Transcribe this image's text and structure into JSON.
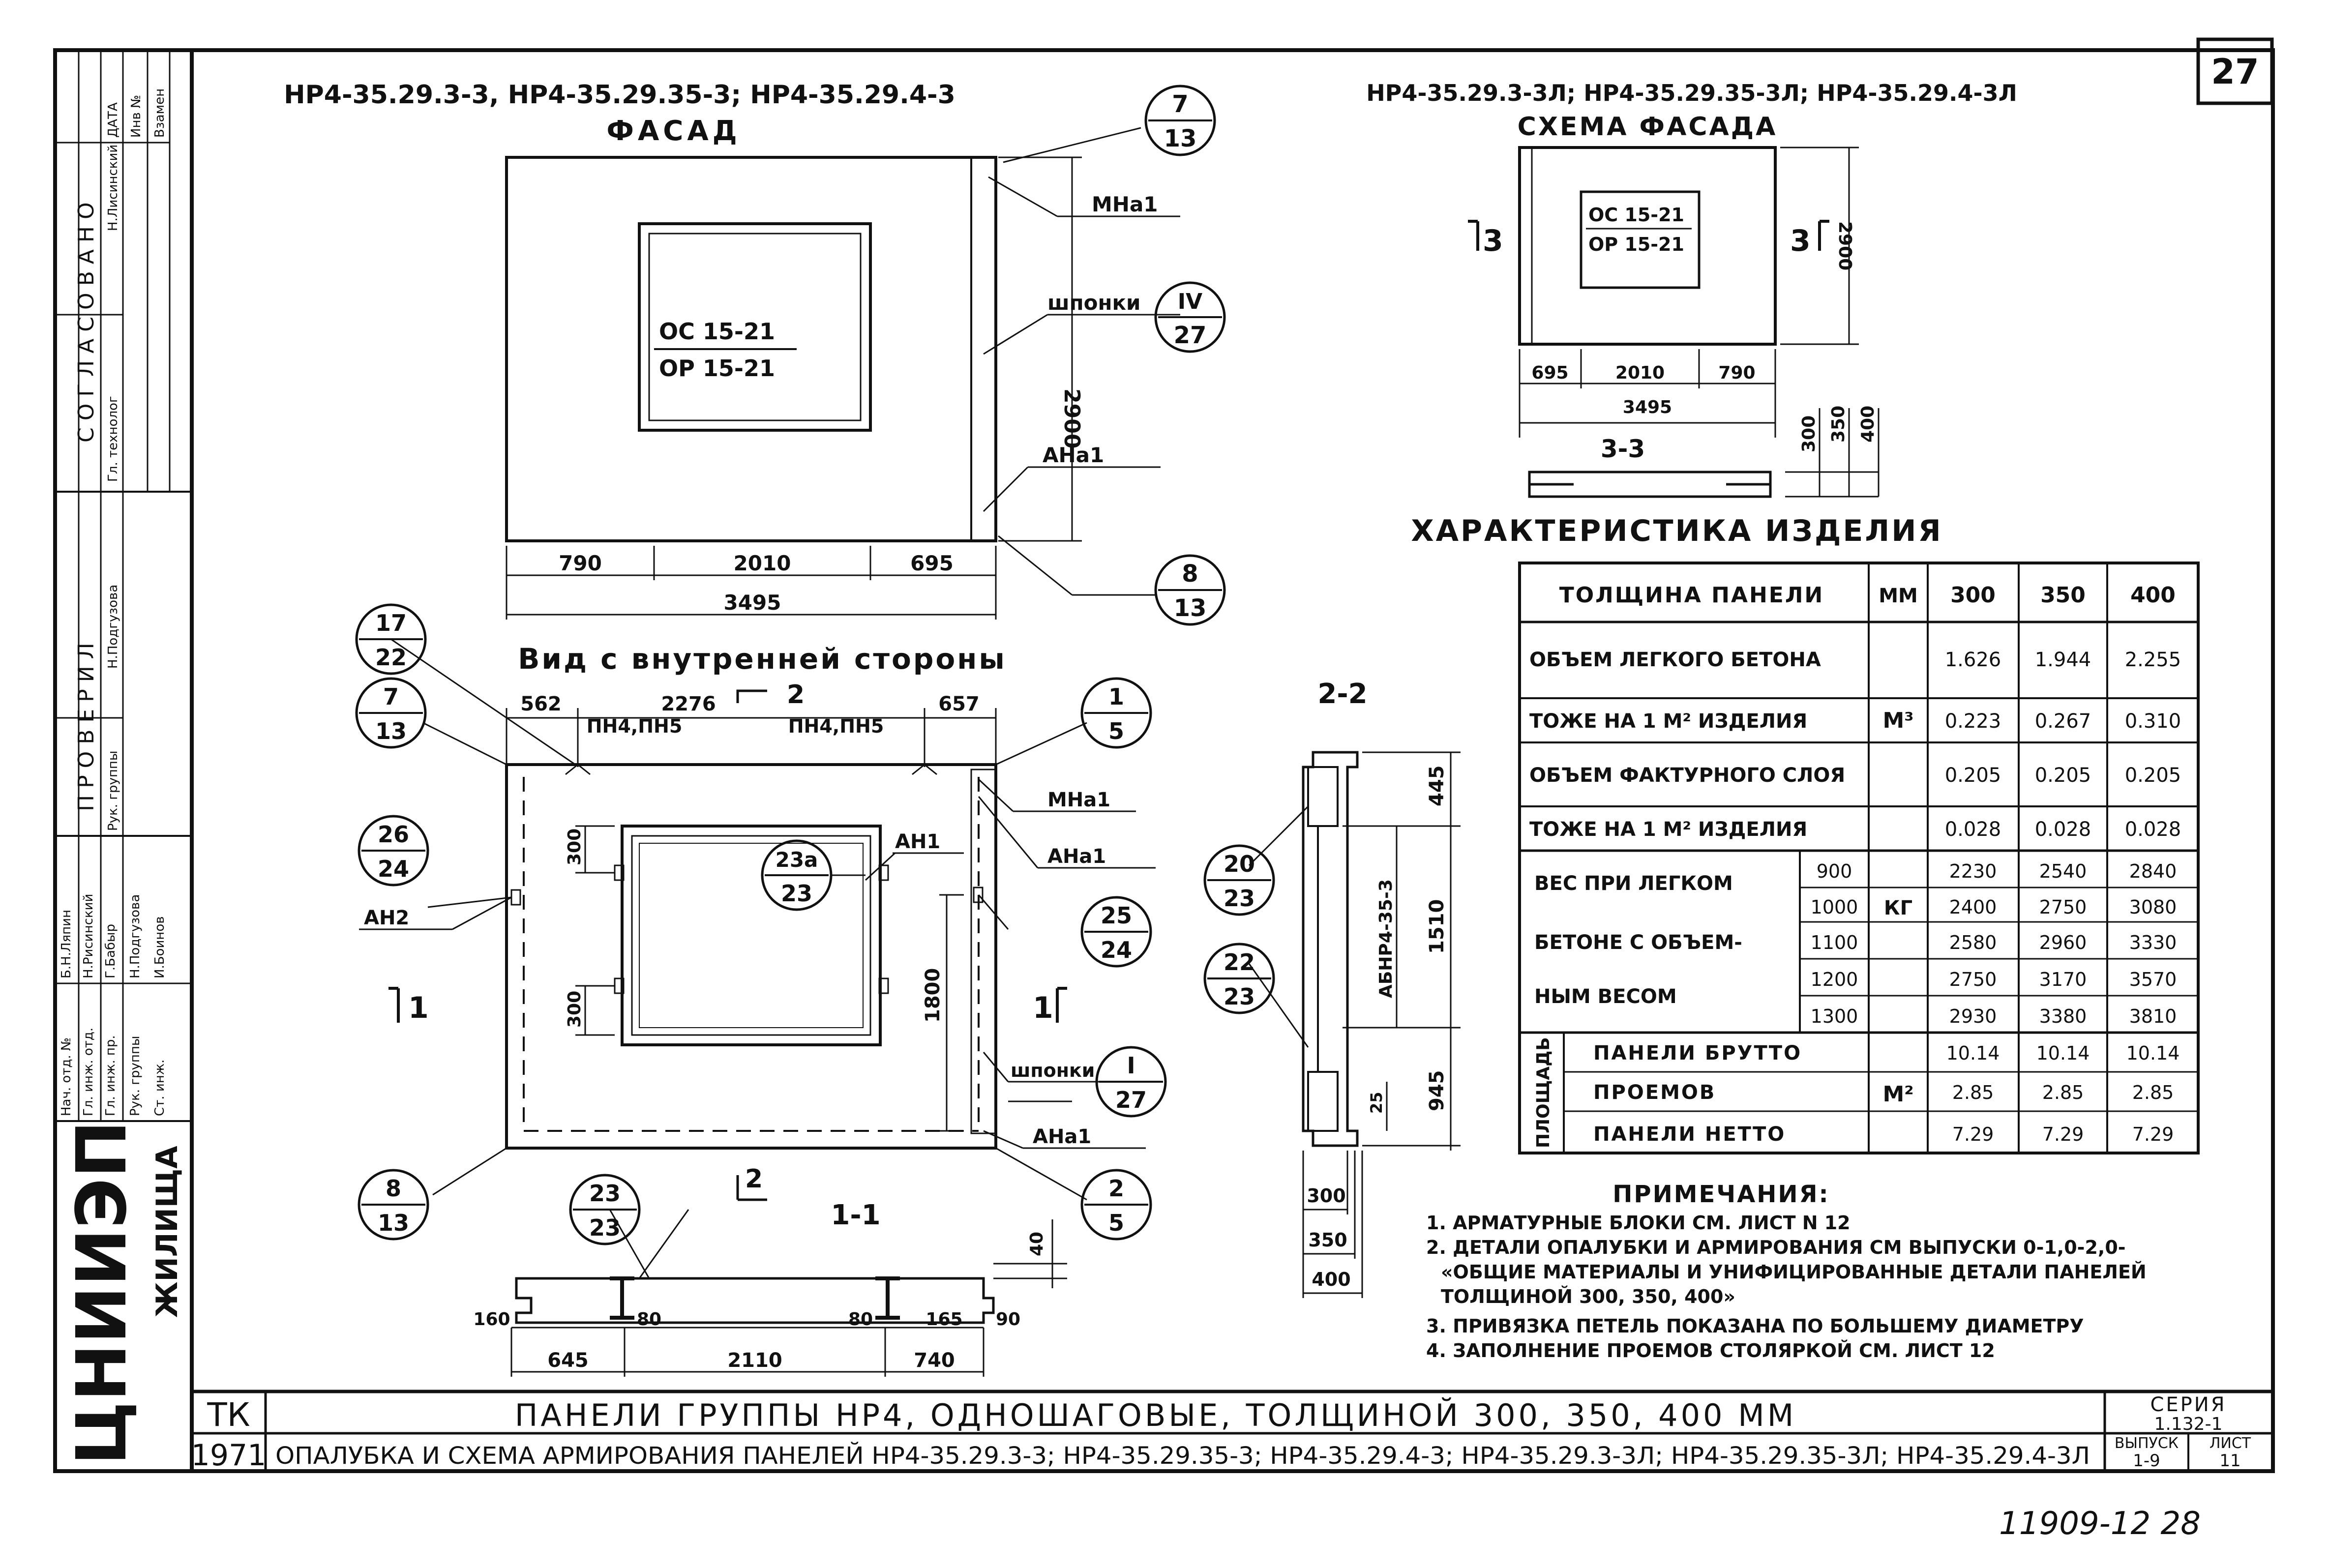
{
  "sheet_number": "27",
  "handwritten_number": "11909-12  28",
  "left_strip": {
    "agreed_header": "С О Г Л А С О В А Н О",
    "agreed_cols": [
      "Гл. технолог",
      "Н.Лисинский",
      "Инв. №",
      "Взамен"
    ],
    "checked_header": "П Р О В Е Р И Л",
    "checked_cols": [
      "Рук. группы",
      "Н.Подгузова"
    ],
    "date_label": "ДАТА",
    "inv_label": "Инв №",
    "vzamen_label": "Взамен",
    "roles": [
      "Нач. отд. №",
      "Гл. инж. отд.",
      "Гл. инж. пр.",
      "Рук. группы",
      "Ст. инж."
    ],
    "names": [
      "Б.Н.Ляпин",
      "Н.Рисинский",
      "Г.Бабыр",
      "Н.Подгузова",
      "И.Боинов"
    ],
    "org": "ЦНИИЭП",
    "org2": "ЖИЛИЩА"
  },
  "facade": {
    "title_line1": "НР4-35.29.3-3, НР4-35.29.35-3; НР4-35.29.4-3",
    "title_line2": "ФАСАД",
    "window_label1": "ОС 15-21",
    "window_label2": "ОР 15-21",
    "dim_height": "2900",
    "dims_bottom": [
      "790",
      "2010",
      "695"
    ],
    "dim_total": "3495",
    "callout_mna": "МНа1",
    "callout_shponki": "шпонки",
    "callout_ana": "АНа1",
    "ref1": {
      "top": "7",
      "bottom": "13"
    },
    "ref2": {
      "top": "IV",
      "bottom": "27"
    },
    "ref3": {
      "top": "8",
      "bottom": "13"
    }
  },
  "scheme": {
    "title_line1": "НР4-35.29.3-3Л; НР4-35.29.35-3Л; НР4-35.29.4-3Л",
    "title_line2": "СХЕМА ФАСАДА",
    "window_label1": "ОС 15-21",
    "window_label2": "ОР 15-21",
    "section_mark": "3",
    "dim_height": "2900",
    "dims_bottom": [
      "695",
      "2010",
      "790"
    ],
    "dim_total": "3495",
    "section_title": "3-3",
    "thickness": [
      "300",
      "350",
      "400"
    ]
  },
  "inner_view": {
    "title": "Вид с внутренней стороны",
    "dims_top": [
      "562",
      "2276",
      "657"
    ],
    "label_pn1": "ПН4,ПН5",
    "label_pn2": "ПН4,ПН5",
    "section_mark_2": "2",
    "section_mark_1": "1",
    "dim_300_top": "300",
    "dim_300_bottom": "300",
    "dim_1800": "1800",
    "label_an1": "АН1",
    "label_an2": "АН2",
    "label_mna1": "МНа1",
    "label_ana1_top": "АНа1",
    "label_shponki": "шпонки",
    "label_ana1_bottom": "АНа1",
    "refs": {
      "r17": {
        "top": "17",
        "bottom": "22"
      },
      "r7": {
        "top": "7",
        "bottom": "13"
      },
      "r1": {
        "top": "1",
        "bottom": "5"
      },
      "r26": {
        "top": "26",
        "bottom": "24"
      },
      "r23a": {
        "top": "23а",
        "bottom": "23"
      },
      "r25": {
        "top": "25",
        "bottom": "24"
      },
      "rI": {
        "top": "I",
        "bottom": "27"
      },
      "r8": {
        "top": "8",
        "bottom": "13"
      },
      "r2": {
        "top": "2",
        "bottom": "5"
      },
      "r23": {
        "top": "23",
        "bottom": "23"
      }
    }
  },
  "section_11": {
    "title": "1-1",
    "dim_40": "40",
    "dims_small": [
      "160",
      "80",
      "80",
      "165",
      "90"
    ],
    "dims_main": [
      "645",
      "2110",
      "740"
    ]
  },
  "section_22": {
    "title": "2-2",
    "dims_v": [
      "445",
      "1510",
      "945",
      "25"
    ],
    "label_block": "АБНР4-35-3",
    "refs": {
      "r20": {
        "top": "20",
        "bottom": "23"
      },
      "r22": {
        "top": "22",
        "bottom": "23"
      }
    },
    "thickness": [
      "300",
      "350",
      "400"
    ]
  },
  "characteristics": {
    "title": "ХАРАКТЕРИСТИКА ИЗДЕЛИЯ",
    "header": {
      "param": "ТОЛЩИНА ПАНЕЛИ",
      "unit": "ММ",
      "cols": [
        "300",
        "350",
        "400"
      ]
    },
    "volume_rows": [
      {
        "label": "ОБЪЕМ ЛЕГКОГО БЕТОНА",
        "values": [
          "1.626",
          "1.944",
          "2.255"
        ]
      },
      {
        "label": "ТОЖЕ НА 1 М² ИЗДЕЛИЯ",
        "values": [
          "0.223",
          "0.267",
          "0.310"
        ]
      },
      {
        "label": "ОБЪЕМ ФАКТУРНОГО СЛОЯ",
        "values": [
          "0.205",
          "0.205",
          "0.205"
        ]
      },
      {
        "label": "ТОЖЕ НА 1 М² ИЗДЕЛИЯ",
        "values": [
          "0.028",
          "0.028",
          "0.028"
        ]
      }
    ],
    "volume_unit": "М³",
    "weight_label": [
      "ВЕС ПРИ ЛЕГКОМ",
      "БЕТОНЕ С ОБЪЕМ-",
      "НЫМ ВЕСОМ"
    ],
    "weight_unit": "КГ",
    "weight_rows": [
      {
        "density": "900",
        "values": [
          "2230",
          "2540",
          "2840"
        ]
      },
      {
        "density": "1000",
        "values": [
          "2400",
          "2750",
          "3080"
        ]
      },
      {
        "density": "1100",
        "values": [
          "2580",
          "2960",
          "3330"
        ]
      },
      {
        "density": "1200",
        "values": [
          "2750",
          "3170",
          "3570"
        ]
      },
      {
        "density": "1300",
        "values": [
          "2930",
          "3380",
          "3810"
        ]
      }
    ],
    "area_label": "ПЛОЩАДЬ",
    "area_unit": "М²",
    "area_rows": [
      {
        "label": "ПАНЕЛИ БРУТТО",
        "values": [
          "10.14",
          "10.14",
          "10.14"
        ]
      },
      {
        "label": "ПРОЕМОВ",
        "values": [
          "2.85",
          "2.85",
          "2.85"
        ]
      },
      {
        "label": "ПАНЕЛИ НЕТТО",
        "values": [
          "7.29",
          "7.29",
          "7.29"
        ]
      }
    ]
  },
  "notes": {
    "title": "ПРИМЕЧАНИЯ:",
    "items": [
      "1. АРМАТУРНЫЕ БЛОКИ СМ. ЛИСТ N 12",
      "2. ДЕТАЛИ ОПАЛУБКИ И АРМИРОВАНИЯ СМ ВЫПУСКИ 0-1,0-2,0-",
      "«ОБЩИЕ МАТЕРИАЛЫ И УНИФИЦИРОВАННЫЕ ДЕТАЛИ ПАНЕЛЕЙ",
      "ТОЛЩИНОЙ 300, 350, 400»",
      "3. ПРИВЯЗКА ПЕТЕЛЬ ПОКАЗАНА ПО БОЛЬШЕМУ ДИАМЕТРУ",
      "4. ЗАПОЛНЕНИЕ ПРОЕМОВ СТОЛЯРКОЙ СМ. ЛИСТ 12"
    ]
  },
  "title_block": {
    "tk": "ТК",
    "year": "1971",
    "title": "ПАНЕЛИ ГРУППЫ НР4, ОДНОШАГОВЫЕ, ТОЛЩИНОЙ 300, 350, 400 ММ",
    "subtitle": "ОПАЛУБКА И СХЕМА АРМИРОВАНИЯ ПАНЕЛЕЙ НР4-35.29.3-3; НР4-35.29.35-3; НР4-35.29.4-3; НР4-35.29.3-3Л; НР4-35.29.35-3Л; НР4-35.29.4-3Л",
    "series_label": "СЕРИЯ",
    "series_value": "1.132-1",
    "issue_label": "ВЫПУСК",
    "issue_value": "1-9",
    "sheet_label": "ЛИСТ",
    "sheet_value": "11"
  }
}
